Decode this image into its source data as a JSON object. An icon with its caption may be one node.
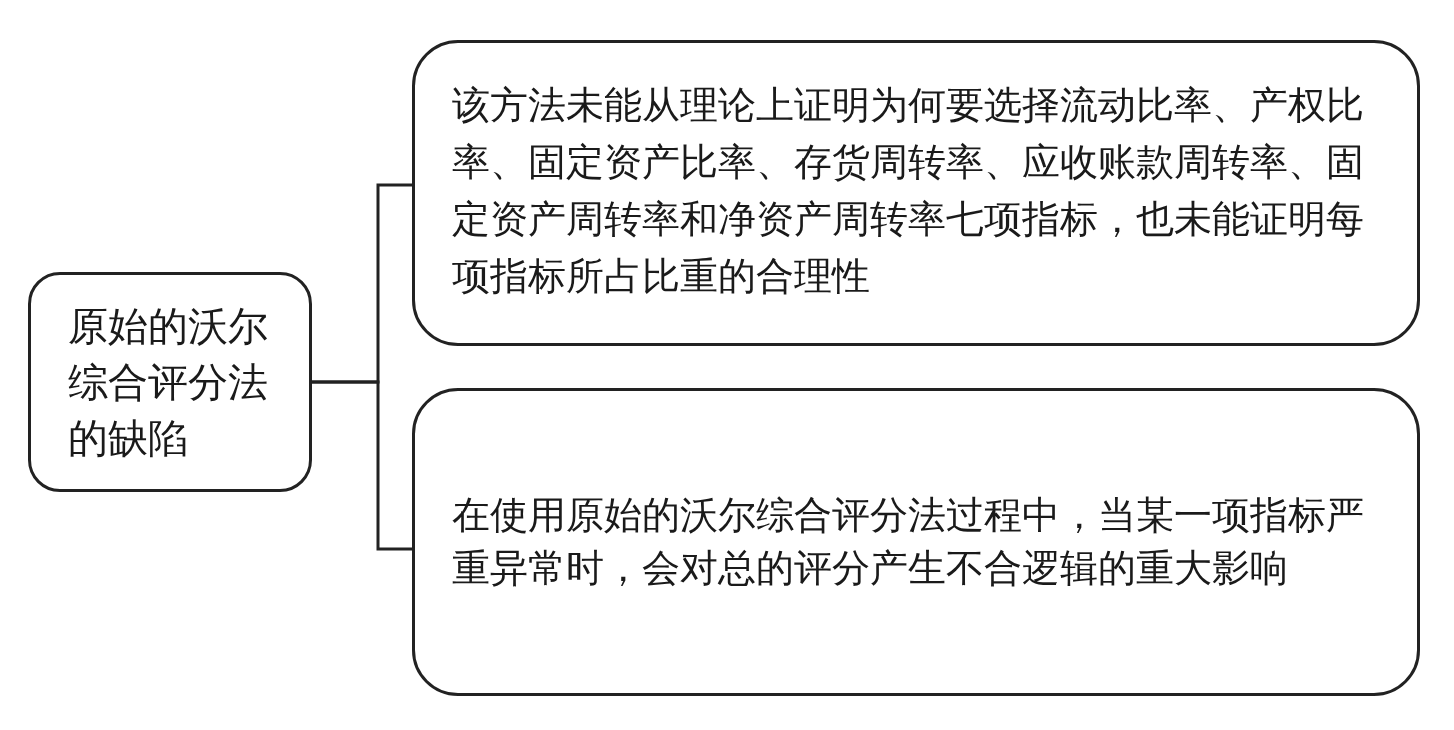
{
  "diagram": {
    "nodes": [
      {
        "text": [
          "原始的沃尔综合评分法的缺陷"
        ]
      },
      {
        "text": [
          "该方法未能从理论上证明为何要选择流动比率、产权比率、固定资产比率、存货周转率、应收账款周转率、固定资产周转率和净资产周转率七项指标，也未能证明每项指标所占比重的合理性"
        ]
      },
      {
        "text": [
          "在使用原始的沃尔综合评分法过程中，当某一项指标严重异常时，会对总的评分产生不合逻辑的重大影响"
        ]
      }
    ],
    "edges": [
      {
        "from": 0,
        "to": 1,
        "arrow": "none"
      },
      {
        "from": 0,
        "to": 2,
        "arrow": "none"
      }
    ]
  }
}
